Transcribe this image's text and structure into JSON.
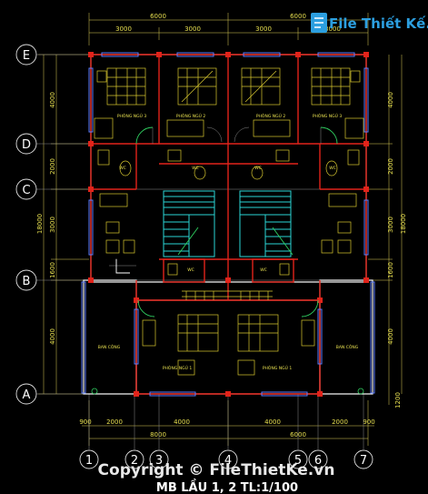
{
  "dimensions": {
    "top_total": [
      "6000",
      "6000"
    ],
    "top_parts": [
      "3000",
      "3000",
      "3000",
      "3000"
    ],
    "bottom_parts": [
      "900",
      "2000",
      "4000",
      "4000",
      "2000",
      "900"
    ],
    "bottom_total": [
      "8000",
      "6000"
    ],
    "left": [
      "4000",
      "2000",
      "3000",
      "1600",
      "4000"
    ],
    "left_total": "18000",
    "right": [
      "4000",
      "2000",
      "3000",
      "1600",
      "4000"
    ],
    "right_total": "18000",
    "right_extra": "1200"
  },
  "axes_rows": [
    "E",
    "D",
    "C",
    "B",
    "A"
  ],
  "axes_cols": [
    "1",
    "2",
    "3",
    "4",
    "5",
    "6",
    "7"
  ],
  "rooms": {
    "bedroom_1": "PHÒNG NGỦ 1",
    "bedroom_1b": "PHÒNG NGỦ 1",
    "bedroom_2a": "PHÒNG NGỦ 2",
    "bedroom_2b": "PHÒNG NGỦ 2",
    "bedroom_3a": "PHÒNG NGỦ 3",
    "bedroom_3b": "PHÒNG NGỦ 3",
    "wc": "WC",
    "balcony": "BAN CÔNG"
  },
  "title": "MB LẦU 1, 2  TL:1/100",
  "watermark": {
    "logo_text": "File Thiết Kế.vn",
    "copyright": "Copyright © FileThietKe.vn"
  },
  "colors": {
    "background": "#000000",
    "walls_red": "#e2231a",
    "furniture_yellow": "#d8c830",
    "stairs_cyan": "#2ad6d6",
    "windows_blue": "#5b7dff",
    "logo_blue": "#2c9fe0"
  }
}
